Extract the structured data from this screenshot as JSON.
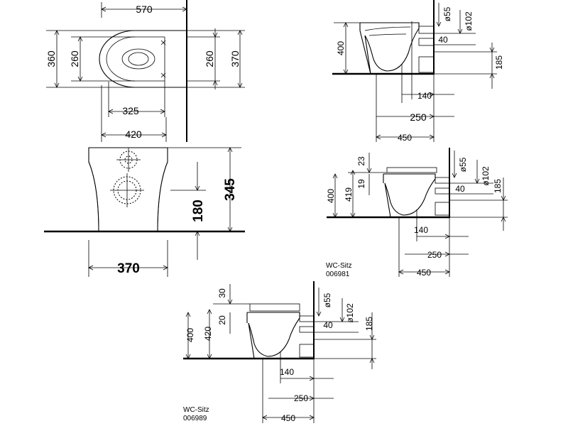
{
  "views": {
    "top": {
      "depth": "570",
      "outer_width": "360",
      "inner_width": "260",
      "right_inner": "260",
      "right_outer": "370",
      "rim_depth": "325",
      "base_depth": "420"
    },
    "front": {
      "height": "345",
      "outlet_height": "180",
      "base_width": "370"
    },
    "side_1": {
      "height": "400",
      "outlet_diameter": "ø55",
      "drain_diameter": "ø102",
      "offset": "40",
      "drain_height": "185",
      "d1": "140",
      "d2": "250",
      "d3": "450"
    },
    "side_2": {
      "seat_gap": "23",
      "seat_thickness": "19",
      "height": "400",
      "seat_height": "419",
      "outlet_diameter": "ø55",
      "drain_diameter": "ø102",
      "offset": "40",
      "drain_height": "185",
      "d1": "140",
      "d2": "250",
      "d3": "450",
      "seat_name": "WC-Sitz",
      "seat_code": "006981"
    },
    "side_3": {
      "seat_gap": "30",
      "seat_thickness": "20",
      "height": "400",
      "seat_height": "420",
      "outlet_diameter": "ø55",
      "drain_diameter": "ø102",
      "offset": "40",
      "drain_height": "185",
      "d1": "140",
      "d2": "250",
      "d3": "450",
      "seat_name": "WC-Sitz",
      "seat_code": "006989"
    }
  }
}
